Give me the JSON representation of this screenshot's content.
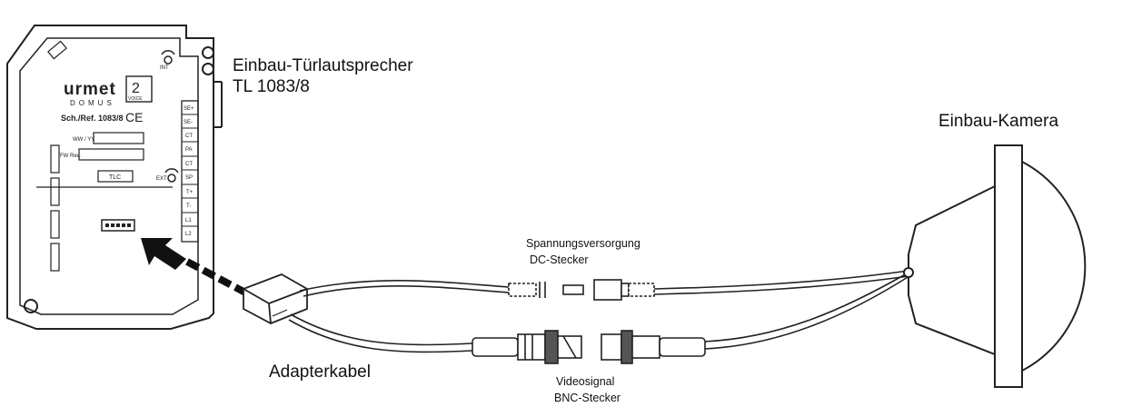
{
  "device_panel": {
    "brand": "urmet",
    "sub_brand": "DOMUS",
    "model_line": "Sch./Ref. 1083/8",
    "ce_mark": "CE",
    "ww_field": "WW / YY",
    "fw_field": "FW Rev.",
    "tlc": "TLC",
    "int_label": "INT",
    "ext_label": "EXT",
    "logo_number": "2",
    "logo_text": "VOICE",
    "terminals": [
      "SE+",
      "SE-",
      "CT",
      "PA",
      "CT",
      "SP",
      "T+",
      "T-",
      "L1",
      "L2"
    ]
  },
  "labels": {
    "speaker_title": "Einbau-Türlautsprecher",
    "speaker_model": "TL 1083/8",
    "camera": "Einbau-Kamera",
    "power_title": "Spannungsversorgung",
    "power_plug": "DC-Stecker",
    "adapter": "Adapterkabel",
    "video_title": "Videosignal",
    "video_plug": "BNC-Stecker"
  }
}
